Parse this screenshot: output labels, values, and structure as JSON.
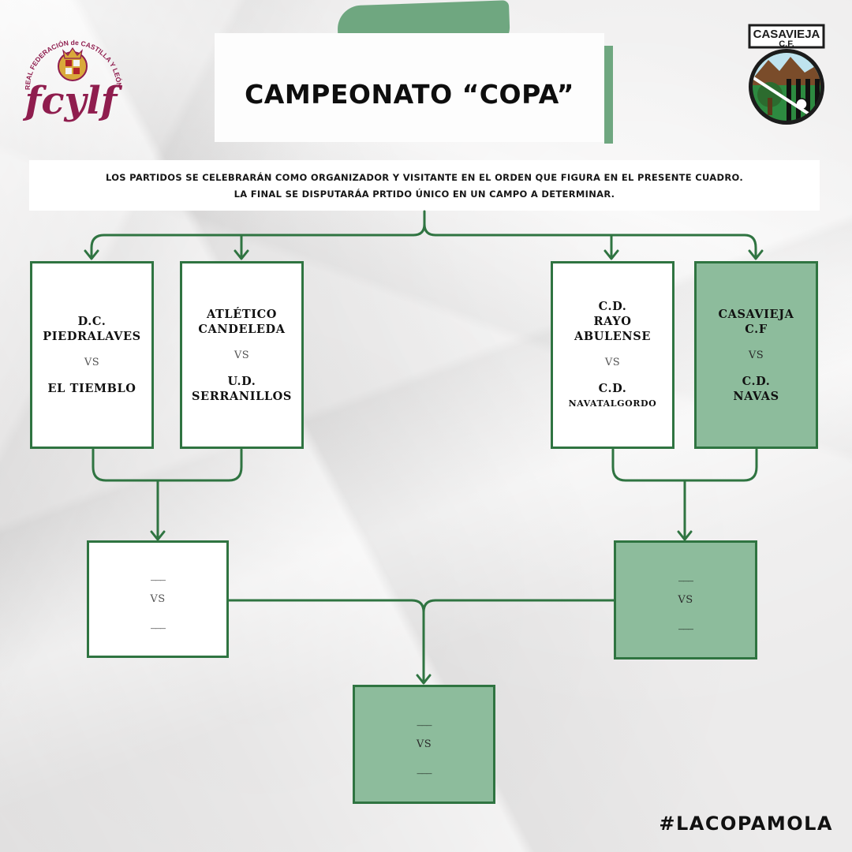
{
  "title": "CAMPEONATO “COPA”",
  "info": {
    "line1": "LOS PARTIDOS SE CELEBRARÁN COMO ORGANIZADOR Y VISITANTE EN EL ORDEN QUE FIGURA EN EL PRESENTE CUADRO.",
    "line2": "LA FINAL SE DISPUTARÁA PRTIDO ÚNICO EN UN CAMPO A DETERMINAR."
  },
  "logos": {
    "left": {
      "icon": "fcylf-logo",
      "text": "REAL FEDERACIÓN de CASTILLA Y LEÓN de FÚTBOL",
      "mark": "fcylf"
    },
    "right": {
      "icon": "casavieja-crest",
      "text_top": "CASAVIEJA",
      "text_bottom": "C.F."
    }
  },
  "colors": {
    "accent_green": "#2f7441",
    "box_green": "#8dbc9c",
    "tape_green": "#6fa780",
    "fcylf_maroon": "#8f1d4e"
  },
  "bracket": {
    "quarterfinals": [
      {
        "home": [
          "D.C.",
          "PIEDRALAVES"
        ],
        "vs": "VS",
        "away": [
          "EL TIEMBLO"
        ],
        "style": "white"
      },
      {
        "home": [
          "ATLÉTICO",
          "CANDELEDA"
        ],
        "vs": "VS",
        "away": [
          "U.D.",
          "SERRANILLOS"
        ],
        "style": "white"
      },
      {
        "home": [
          "C.D.",
          "RAYO",
          "ABULENSE"
        ],
        "vs": "VS",
        "away": [
          "C.D.",
          "NAVATALGORDO"
        ],
        "style": "white"
      },
      {
        "home": [
          "CASAVIEJA",
          "C.F"
        ],
        "vs": "VS",
        "away": [
          "C.D.",
          "NAVAS"
        ],
        "style": "green"
      }
    ],
    "semifinals": [
      {
        "home": "___",
        "vs": "VS",
        "away": "___",
        "style": "white"
      },
      {
        "home": "___",
        "vs": "VS",
        "away": "___",
        "style": "green"
      }
    ],
    "final": {
      "home": "___",
      "vs": "VS",
      "away": "___",
      "style": "green"
    }
  },
  "hashtag": "#LACOPAMOLA"
}
